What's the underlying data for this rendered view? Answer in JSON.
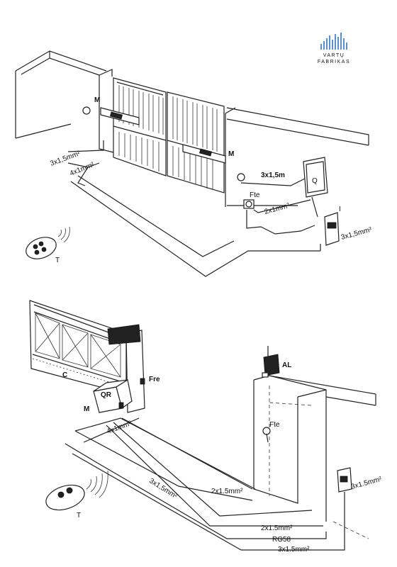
{
  "logo": {
    "line1": "VARTŲ",
    "line2": "FABRIKAS",
    "color": "#5b8fc9"
  },
  "top_diagram": {
    "motor_left": "M",
    "motor_right": "M",
    "cable_3x15_left": "3x1,5mm²",
    "cable_4x1": "4x1mm²",
    "cable_3x15m": "3x1,5m",
    "cable_2x1": "2x1mm²",
    "cable_3x15_right": "3x1,5mm²",
    "control_box": "Q",
    "photocell": "Fte",
    "key_switch": "I",
    "remote": "T"
  },
  "bottom_diagram": {
    "motor": "M",
    "receiver": "QR",
    "rack": "C",
    "photocell_gate": "Fre",
    "lamp": "AL",
    "photocell_wall": "Fte",
    "cable_4x1": "4x1mm²",
    "cable_3x15_diag": "3x1,5mm²",
    "cable_2x15_a": "2x1.5mm²",
    "cable_2x15_b": "2x1.5mm²",
    "cable_rg58": "RG58",
    "cable_3x15_bottom": "3x1.5mm²",
    "cable_3x15_right": "3x1.5mm²",
    "remote": "T"
  }
}
